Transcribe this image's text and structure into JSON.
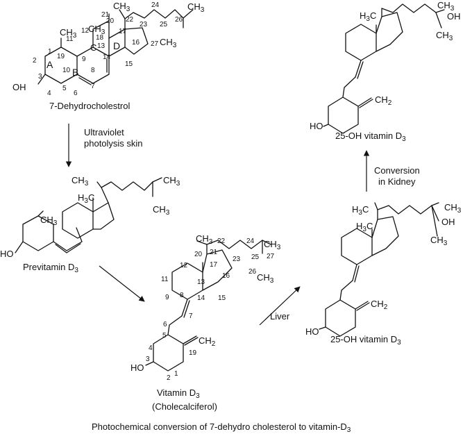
{
  "labels": {
    "seven_dhc": "7-Dehydrocholestrol",
    "step_uv_line1": "Ultraviolet",
    "step_uv_line2": "photolysis skin",
    "previtamin": "Previtamin D",
    "vitamin_d3": "Vitamin D",
    "cholecalciferol": "(Cholecalciferol)",
    "step_liver": "Liver",
    "oh25_mid": "25-OH vitamin D",
    "oh25_top": "25-OH vitamin D",
    "step_kidney_line1": "Conversion",
    "step_kidney_line2": "in Kidney",
    "subscript_3": "3",
    "caption": "Photochemical conversion of 7-dehydro cholesterol to vitamin-D"
  },
  "atoms": {
    "ch3": "CH",
    "h3c": "H",
    "c_letter": "C",
    "oh": "OH",
    "ho": "HO",
    "ch2": "CH",
    "sub2": "2",
    "sub3": "3"
  },
  "ring_letters": [
    "A",
    "B",
    "C",
    "D"
  ],
  "numbering_7dhc": [
    "1",
    "2",
    "3",
    "4",
    "5",
    "6",
    "7",
    "8",
    "9",
    "10",
    "11",
    "12",
    "13",
    "14",
    "15",
    "16",
    "17",
    "18",
    "19",
    "20",
    "21",
    "22",
    "23",
    "24",
    "25",
    "26",
    "27"
  ],
  "numbering_vitd": [
    "1",
    "2",
    "3",
    "4",
    "5",
    "6",
    "7",
    "8",
    "9",
    "11",
    "12",
    "13",
    "14",
    "15",
    "16",
    "17",
    "19",
    "20",
    "21",
    "22",
    "23",
    "24",
    "25",
    "26",
    "27"
  ]
}
